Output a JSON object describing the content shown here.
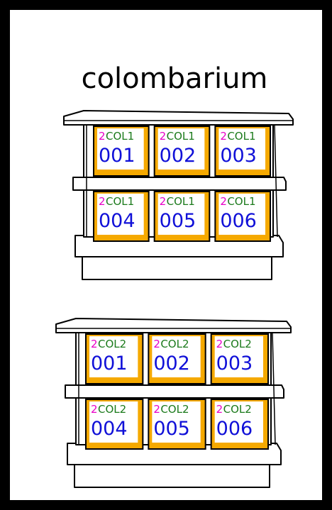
{
  "title": "colombarium",
  "units": [
    {
      "prefix": "2",
      "code": "COL1",
      "niches": [
        "001",
        "002",
        "003",
        "004",
        "005",
        "006"
      ]
    },
    {
      "prefix": "2",
      "code": "COL2",
      "niches": [
        "001",
        "002",
        "003",
        "004",
        "005",
        "006"
      ]
    }
  ],
  "colors": {
    "frame": "#000000",
    "niche_fill": "#f5a900",
    "label_background": "#ffffff",
    "prefix_text": "#e800c8",
    "code_text": "#1b7a1b",
    "number_text": "#1010d8"
  }
}
